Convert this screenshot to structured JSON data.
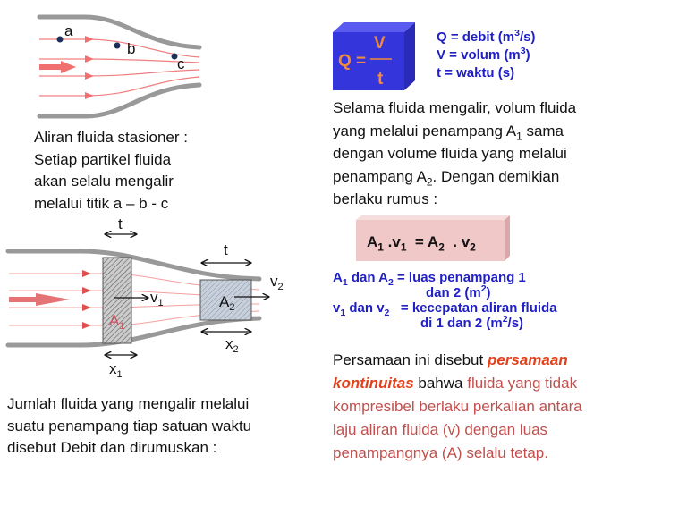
{
  "top_diagram": {
    "points": [
      "a",
      "b",
      "c"
    ]
  },
  "left_caption": [
    "Aliran fluida stasioner :",
    "Setiap partikel  fluida",
    "akan selalu mengalir",
    "melalui titik a – b - c"
  ],
  "bottom_diagram": {
    "t1": "t",
    "t2": "t",
    "v1": "v",
    "v1_sub": "1",
    "v2": "v",
    "v2_sub": "2",
    "A1": "A",
    "A1_sub": "1",
    "A2": "A",
    "A2_sub": "2",
    "x1": "x",
    "x1_sub": "1",
    "x2": "x",
    "x2_sub": "2"
  },
  "bottom_text": [
    "Jumlah fluida yang mengalir melalui",
    "suatu penampang tiap satuan waktu",
    "disebut Debit dan dirumuskan :"
  ],
  "formula_box": {
    "lhs": "Q =",
    "num": "V",
    "den": "t"
  },
  "legend": {
    "q": "Q = debit (m",
    "q_sup": "3",
    "q_end": "/s)",
    "v": "V = volum (m",
    "v_sup": "3",
    "v_end": ")",
    "t": "t = waktu (s)"
  },
  "paragraph1": {
    "l1": "Selama fluida mengalir, volum fluida",
    "l2a": "yang melalui penampang A",
    "l2sub": "1",
    "l2b": " sama",
    "l3": "dengan volume fluida yang melalui",
    "l4a": "penampang A",
    "l4sub": "2",
    "l4b": ". Dengan demikian",
    "l5": "berlaku rumus :"
  },
  "continuity_box": {
    "a1": "A",
    "s1": "1",
    "dot1": " .v",
    "s2": "1",
    "eq": "  = A",
    "s3": "2",
    "dot2": "  . v",
    "s4": "2"
  },
  "definitions": {
    "l1": "A",
    "l1s": "1",
    "l1b": " dan A",
    "l1s2": "2",
    "l1c": " = luas penampang 1",
    "l2": "dan 2  (m",
    "l2sup": "2",
    "l2end": ")",
    "l3": "v",
    "l3s": "1",
    "l3b": " dan v",
    "l3s2": "2",
    "l3c": "   = kecepatan aliran fluida",
    "l4": "di 1 dan  2  (m",
    "l4sup": "2",
    "l4end": "/s)"
  },
  "paragraph2": {
    "l1": "Persamaan ini disebut ",
    "kw1": "persamaan",
    "kw2": "kontinuitas",
    "l2b": " bahwa ",
    "l2c": "fluida yang tidak",
    "l3": "kompresibel berlaku perkalian antara",
    "l4": "laju aliran fluida (v) dengan luas",
    "l5": "penampangnya (A) selalu tetap."
  },
  "colors": {
    "blue": "#1f1fc4",
    "red": "#c0504d",
    "accent": "#e0401a",
    "cube": "#3a3ae0",
    "box": "#f0c8c8"
  }
}
